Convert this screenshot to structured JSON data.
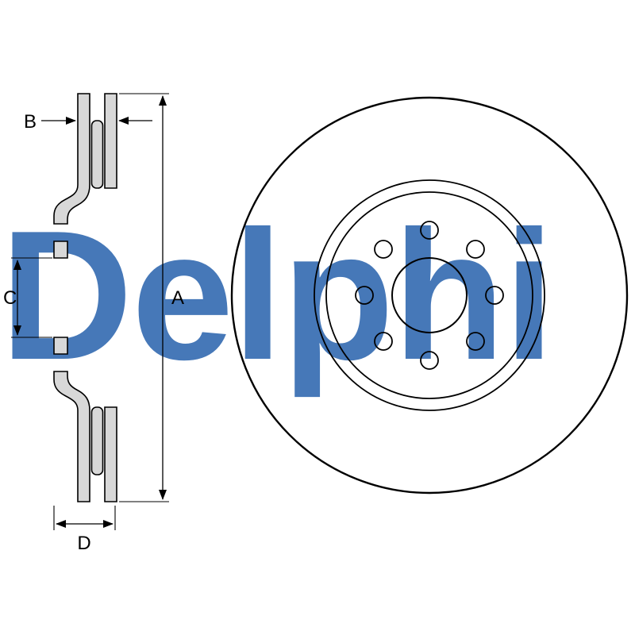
{
  "page": {
    "background": "#ffffff"
  },
  "watermark": {
    "text": "Delphi",
    "color": "#4678b8"
  },
  "dimensions": {
    "a_label": "A",
    "b_label": "B",
    "c_label": "C",
    "d_label": "D"
  },
  "drawing": {
    "line_color": "#000000",
    "section_fill": "#d8d8d8"
  }
}
